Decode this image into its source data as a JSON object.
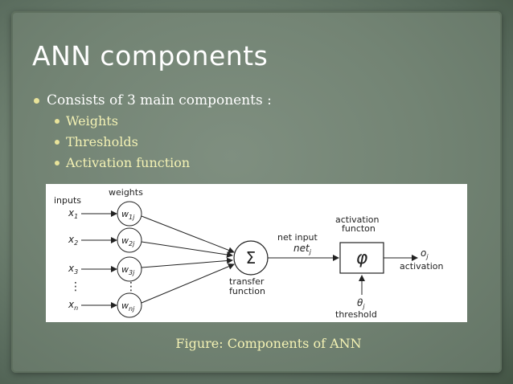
{
  "slide": {
    "title": "ANN components",
    "bullets": [
      {
        "text": "Consists of 3 main components :"
      }
    ],
    "sub_bullets": [
      {
        "text": "Weights"
      },
      {
        "text": "Thresholds"
      },
      {
        "text": "Activation function"
      }
    ],
    "caption": "Figure: Components of ANN",
    "colors": {
      "title": "#ffffff",
      "sub_bullet_text": "#f4f2b4",
      "bullet_dot": "#e9e39a"
    }
  },
  "diagram": {
    "inputs_label": "inputs",
    "weights_label": "weights",
    "inputs": [
      "x1",
      "x2",
      "x3",
      "⋮",
      "xn"
    ],
    "weights": [
      "w1j",
      "w2j",
      "w3j",
      "⋮",
      "wnj"
    ],
    "sum_symbol": "Σ",
    "transfer_label_1": "transfer",
    "transfer_label_2": "function",
    "net_input_label": "net input",
    "net_symbol": "net",
    "net_subscript": "j",
    "activation_label_1": "activation",
    "activation_label_2": "functon",
    "phi_symbol": "φ",
    "output_symbol": "o",
    "output_subscript": "j",
    "output_label": "activation",
    "threshold_symbol": "θ",
    "threshold_subscript": "j",
    "threshold_label": "threshold"
  }
}
